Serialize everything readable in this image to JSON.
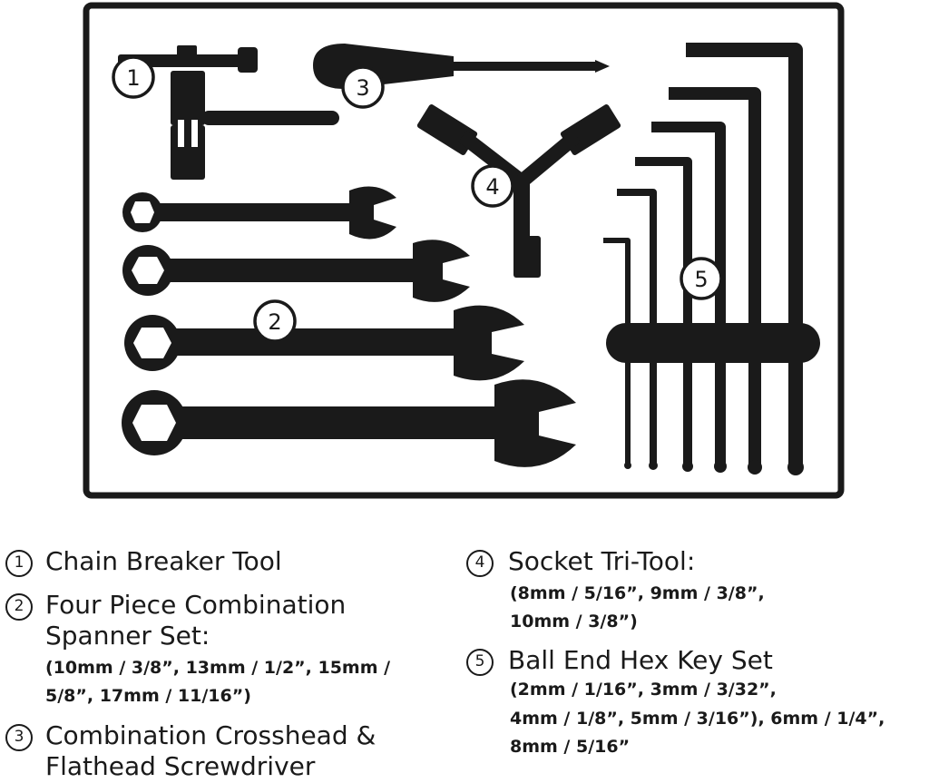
{
  "colors": {
    "ink": "#1a1a1a",
    "background": "#ffffff"
  },
  "diagram": {
    "markers": [
      "1",
      "2",
      "3",
      "4",
      "5"
    ]
  },
  "legend": [
    {
      "number": "1",
      "title_lines": [
        "Chain Breaker Tool"
      ],
      "spec_lines": []
    },
    {
      "number": "2",
      "title_lines": [
        "Four Piece Combination",
        "Spanner Set:"
      ],
      "spec_lines": [
        "(10mm / 3/8”, 13mm / 1/2”, 15mm /",
        "5/8”, 17mm / 11/16”)"
      ]
    },
    {
      "number": "3",
      "title_lines": [
        "Combination Crosshead &",
        "Flathead Screwdriver"
      ],
      "spec_lines": []
    },
    {
      "number": "4",
      "title_lines": [
        "Socket Tri-Tool:"
      ],
      "spec_lines": [
        "(8mm / 5/16”, 9mm / 3/8”,",
        "10mm / 3/8”)"
      ]
    },
    {
      "number": "5",
      "title_lines": [
        "Ball End Hex Key Set"
      ],
      "spec_lines": [
        "(2mm / 1/16”, 3mm / 3/32”,",
        "4mm / 1/8”, 5mm / 3/16”), 6mm / 1/4”,",
        "8mm / 5/16”"
      ]
    }
  ]
}
